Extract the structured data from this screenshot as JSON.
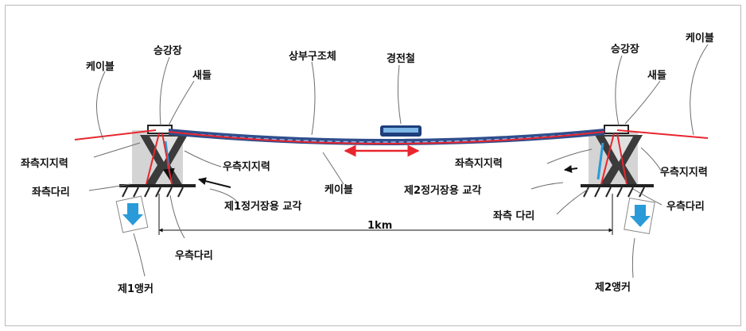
{
  "labels": {
    "cable_left": "케이블",
    "tower_left": "승강장",
    "saddle_left": "새들",
    "superstructure": "상부구조체",
    "train": "경전철",
    "tower_right": "승강장",
    "cable_right": "케이블",
    "saddle_right": "새들",
    "left_reaction_l": "좌측지지력",
    "right_reaction_l": "우측지지력",
    "left_leg_l": "좌측다리",
    "cable_center": "케이블",
    "bridge1": "제1정거장용 교각",
    "bridge2": "제2정거장용 교각",
    "left_reaction_r": "좌측지지력",
    "right_reaction_r": "우측지지력",
    "left_leg_r": "좌측 다리",
    "right_leg_r": "우측다리",
    "span": "1km",
    "right_leg_l": "우측다리",
    "anchor1": "제1앵커",
    "anchor2": "제2앵커"
  },
  "colors": {
    "cable": "#e8262f",
    "deck": "#2f4e8c",
    "arrow": "#2a9bd8",
    "pier": "#cfcfcf"
  }
}
